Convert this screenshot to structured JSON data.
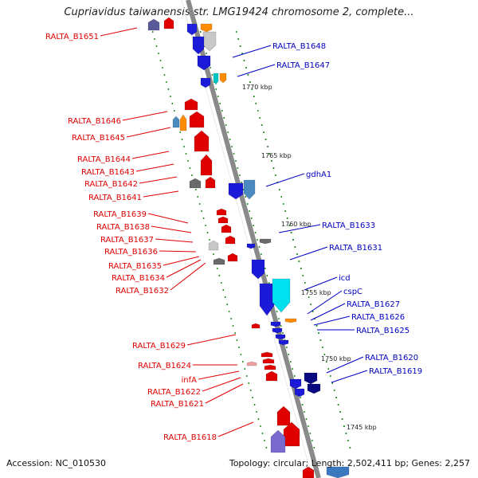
{
  "title": "Cupriavidus taiwanensis str. LMG19424 chromosome 2, complete...",
  "footer": {
    "accession": "Accession: NC_010530",
    "summary": "Topology: circular; Length: 2,502,411 bp; Genes: 2,257"
  },
  "colors": {
    "left_label": "#e00000",
    "right_label": "#0000c0",
    "backbone": "#808080",
    "tick": "#228b22"
  },
  "kbp_labels": [
    "1770 kbp",
    "1765 kbp",
    "1760 kbp",
    "1755 kbp",
    "1750 kbp",
    "1745 kbp"
  ],
  "left_genes": [
    "RALTA_B1651",
    "RALTA_B1646",
    "RALTA_B1645",
    "RALTA_B1644",
    "RALTA_B1643",
    "RALTA_B1642",
    "RALTA_B1641",
    "RALTA_B1639",
    "RALTA_B1638",
    "RALTA_B1637",
    "RALTA_B1636",
    "RALTA_B1635",
    "RALTA_B1634",
    "RALTA_B1632",
    "RALTA_B1629",
    "RALTA_B1624",
    "infA",
    "RALTA_B1622",
    "RALTA_B1621",
    "RALTA_B1618"
  ],
  "right_genes": [
    "RALTA_B1648",
    "RALTA_B1647",
    "gdhA1",
    "RALTA_B1633",
    "RALTA_B1631",
    "icd",
    "cspC",
    "RALTA_B1627",
    "RALTA_B1626",
    "RALTA_B1625",
    "RALTA_B1620",
    "RALTA_B1619"
  ]
}
